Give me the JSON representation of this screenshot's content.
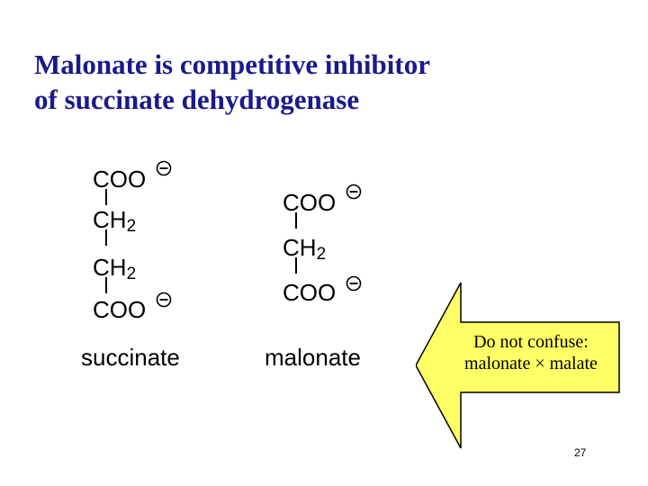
{
  "slide": {
    "title_line1": "Malonate is competitive inhibitor",
    "title_line2": "of succinate dehydrogenase",
    "page_number": "27"
  },
  "succinate": {
    "row1": "COO",
    "row2": "CH",
    "row3": "CH",
    "row4": "COO",
    "subscript": "2",
    "charge_symbol": "minus-in-circle",
    "label": "succinate"
  },
  "malonate": {
    "row1": "COO",
    "row2": "CH",
    "row3": "COO",
    "subscript": "2",
    "charge_symbol": "minus-in-circle",
    "label": "malonate"
  },
  "callout": {
    "line1": "Do not confuse:",
    "line2": "malonate × malate",
    "fill_color": "#ffff66",
    "stroke_color": "#000000",
    "shape": "left-arrow"
  },
  "colors": {
    "title": "#1a1a8c",
    "text": "#000000",
    "background": "#ffffff"
  }
}
